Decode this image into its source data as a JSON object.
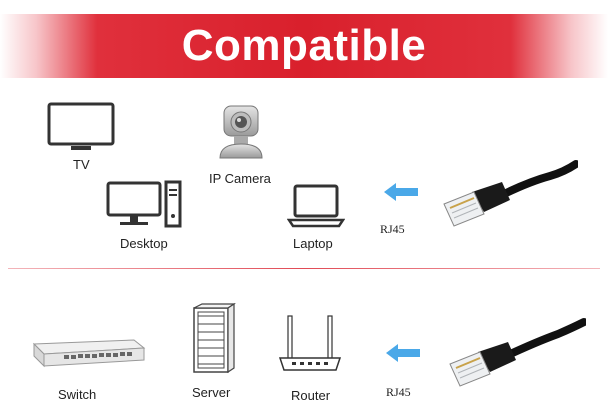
{
  "banner": {
    "title": "Compatible",
    "color": "#d9202c"
  },
  "devices": {
    "tv": {
      "label": "TV",
      "icon": "tv-icon"
    },
    "ip_camera": {
      "label": "IP Camera",
      "icon": "ip-camera-icon"
    },
    "desktop": {
      "label": "Desktop",
      "icon": "desktop-icon"
    },
    "laptop": {
      "label": "Laptop",
      "icon": "laptop-icon"
    },
    "switch": {
      "label": "Switch",
      "icon": "network-switch-icon"
    },
    "server": {
      "label": "Server",
      "icon": "server-rack-icon"
    },
    "router": {
      "label": "Router",
      "icon": "router-icon"
    }
  },
  "connector": {
    "top_label": "RJ45",
    "bottom_label": "RJ45",
    "arrow_color": "#4aa8e8",
    "cable_color": "#111111"
  }
}
